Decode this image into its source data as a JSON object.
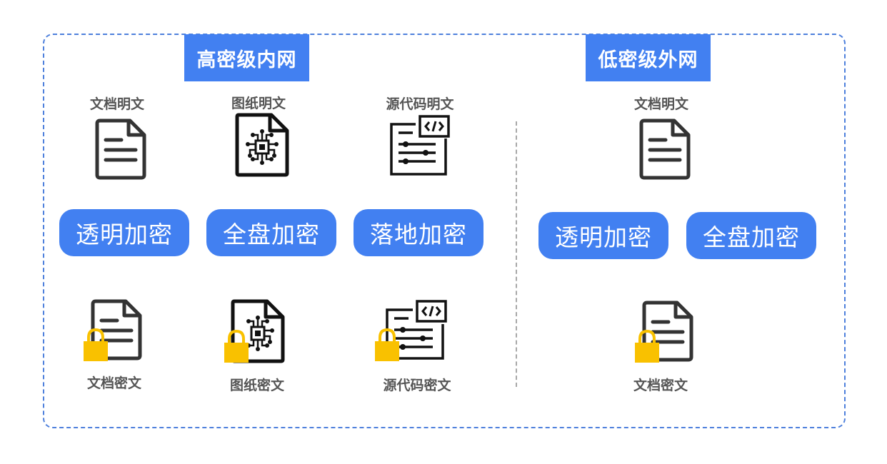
{
  "zones": {
    "high": {
      "title": "高密级内网"
    },
    "low": {
      "title": "低密级外网"
    }
  },
  "plain_labels": {
    "doc": "文档明文",
    "drawing": "图纸明文",
    "source": "源代码明文",
    "low_doc": "文档明文"
  },
  "methods": {
    "transparent": "透明加密",
    "full_disk": "全盘加密",
    "landing": "落地加密",
    "low_transparent": "透明加密",
    "low_full_disk": "全盘加密"
  },
  "cipher_labels": {
    "doc": "文档密文",
    "drawing": "图纸密文",
    "source": "源代码密文",
    "low_doc": "文档密文"
  },
  "icons": [
    "document-icon",
    "circuit-drawing-icon",
    "source-code-icon",
    "lock-icon"
  ],
  "colors": {
    "accent": "#4280f1",
    "lock": "#f9c100",
    "icon_stroke": "#333333",
    "frame": "#4e80dc"
  }
}
